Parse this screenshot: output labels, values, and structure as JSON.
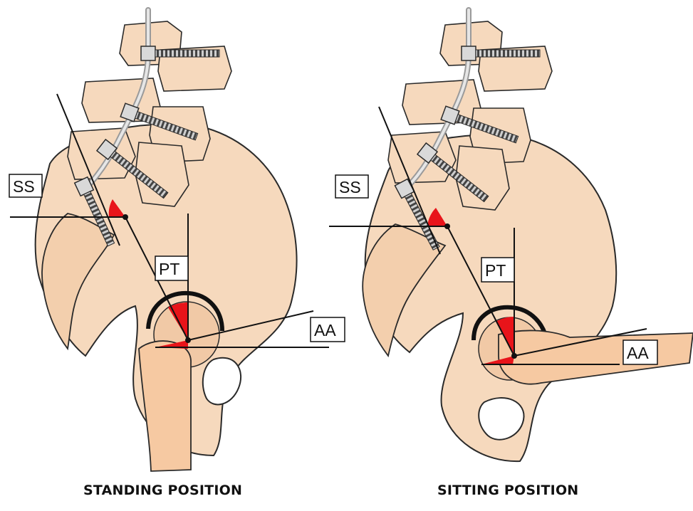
{
  "panels": {
    "standing": {
      "title": "STANDING POSITION",
      "labels": {
        "ss": "SS",
        "pt": "PT",
        "aa": "AA"
      }
    },
    "sitting": {
      "title": "SITTING POSITION",
      "labels": {
        "ss": "SS",
        "pt": "PT",
        "aa": "AA"
      }
    }
  },
  "colors": {
    "bone": "#f6d9bd",
    "bone_outline": "#2a2a2a",
    "angle_fill": "#e8141a",
    "hardware": "#d9d9d9"
  }
}
